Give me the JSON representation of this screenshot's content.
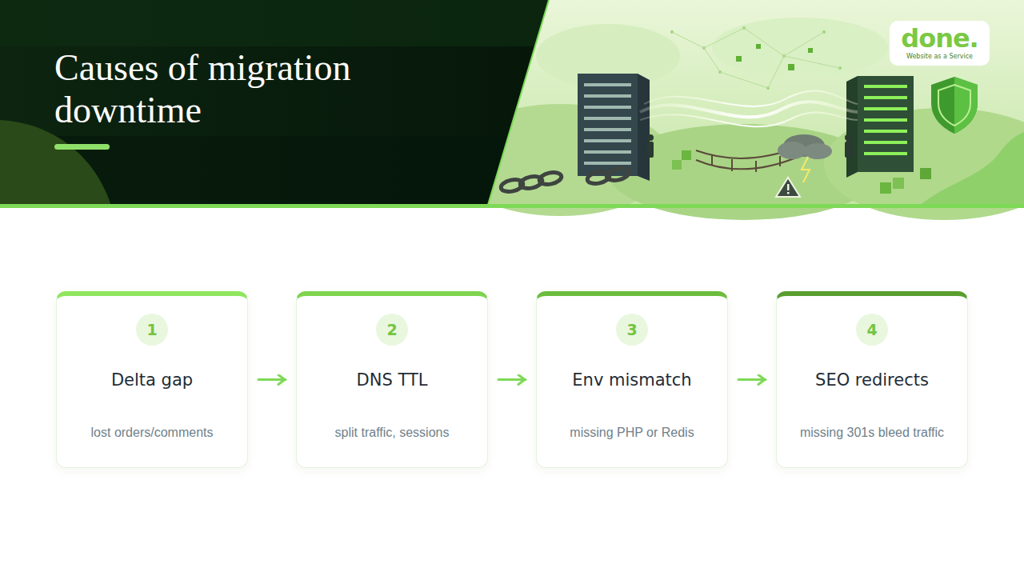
{
  "diagram": {
    "title": "Causes of migration downtime",
    "nodes": [
      {
        "text": [
          "done.",
          "Website as a Service"
        ]
      },
      {
        "text": [
          "Delta gap",
          "lost orders/comments"
        ]
      },
      {
        "text": [
          "1"
        ],
        "in": 1
      },
      {
        "text": [
          "DNS TTL",
          "split traffic, sessions"
        ]
      },
      {
        "text": [
          "2"
        ],
        "in": 3
      },
      {
        "text": [
          "Env mismatch",
          "missing PHP or Redis"
        ]
      },
      {
        "text": [
          "3"
        ],
        "in": 5
      },
      {
        "text": [
          "SEO redirects",
          "missing 301s bleed traffic"
        ]
      },
      {
        "text": [
          "4"
        ],
        "in": 7
      }
    ],
    "edges": [
      {
        "from": 1,
        "to": 3,
        "arrow": "to"
      },
      {
        "from": 3,
        "to": 5,
        "arrow": "to"
      },
      {
        "from": 5,
        "to": 7,
        "arrow": "to"
      }
    ]
  }
}
